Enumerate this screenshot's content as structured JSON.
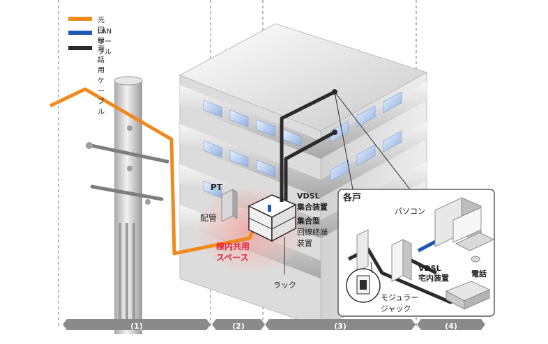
{
  "legend": {
    "items": [
      {
        "label": "光回線",
        "color": "#f08a1d"
      },
      {
        "label": "LANケーブル",
        "color": "#1f57b8"
      },
      {
        "label": "電話用ケーブル",
        "color": "#2b2b2b"
      }
    ]
  },
  "labels": {
    "pt": "PT",
    "haikan": "配管",
    "shared_space_1": "棟内共用",
    "shared_space_2": "スペース",
    "vdsl_main_1": "VDSL",
    "vdsl_main_2": "集合装置",
    "terminal_1": "集合型",
    "terminal_2": "回線終端",
    "terminal_3": "装置",
    "rack": "ラック",
    "kakko": "各戸",
    "pc": "パソコン",
    "vdsl_home_1": "VDSL",
    "vdsl_home_2": "宅内装置",
    "phone": "電話",
    "jack_1": "モジュラー",
    "jack_2": "ジャック"
  },
  "segments": [
    "(1)",
    "(2)",
    "(3)",
    "(4)"
  ],
  "colors": {
    "fiber": "#f08a1d",
    "lan": "#1f57b8",
    "phone_cable": "#2b2b2b",
    "shared_space": "#e8223a",
    "segment_bar": "#8a8a8a"
  }
}
